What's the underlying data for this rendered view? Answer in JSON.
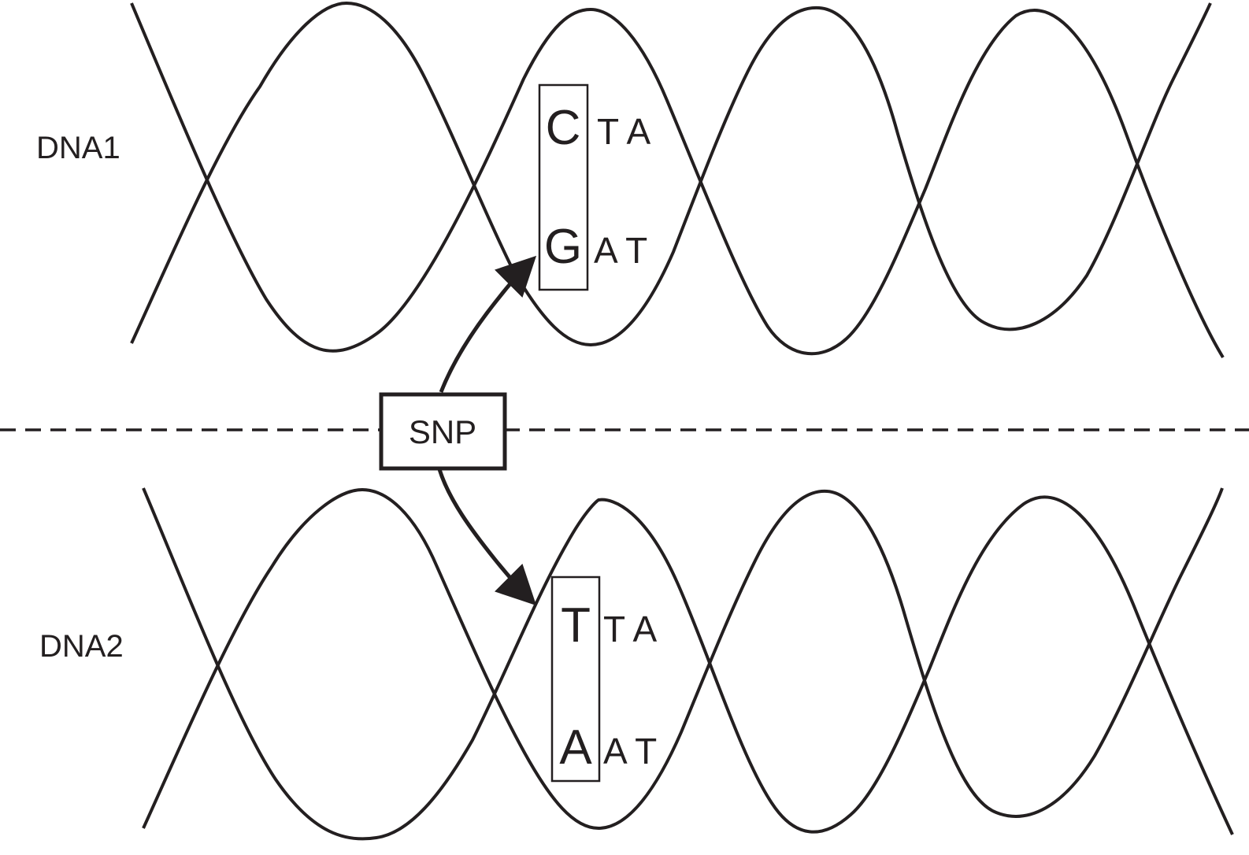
{
  "labels": {
    "dna1": "DNA1",
    "dna2": "DNA2",
    "snp": "SNP"
  },
  "dna1": {
    "highlight_top": "C",
    "highlight_bottom": "G",
    "rest_top": "T A",
    "rest_bottom": "A T"
  },
  "dna2": {
    "highlight_top": "T",
    "highlight_bottom": "A",
    "rest_top": "T A",
    "rest_bottom": "A T"
  },
  "colors": {
    "ink": "#231f20",
    "background": "#ffffff"
  }
}
